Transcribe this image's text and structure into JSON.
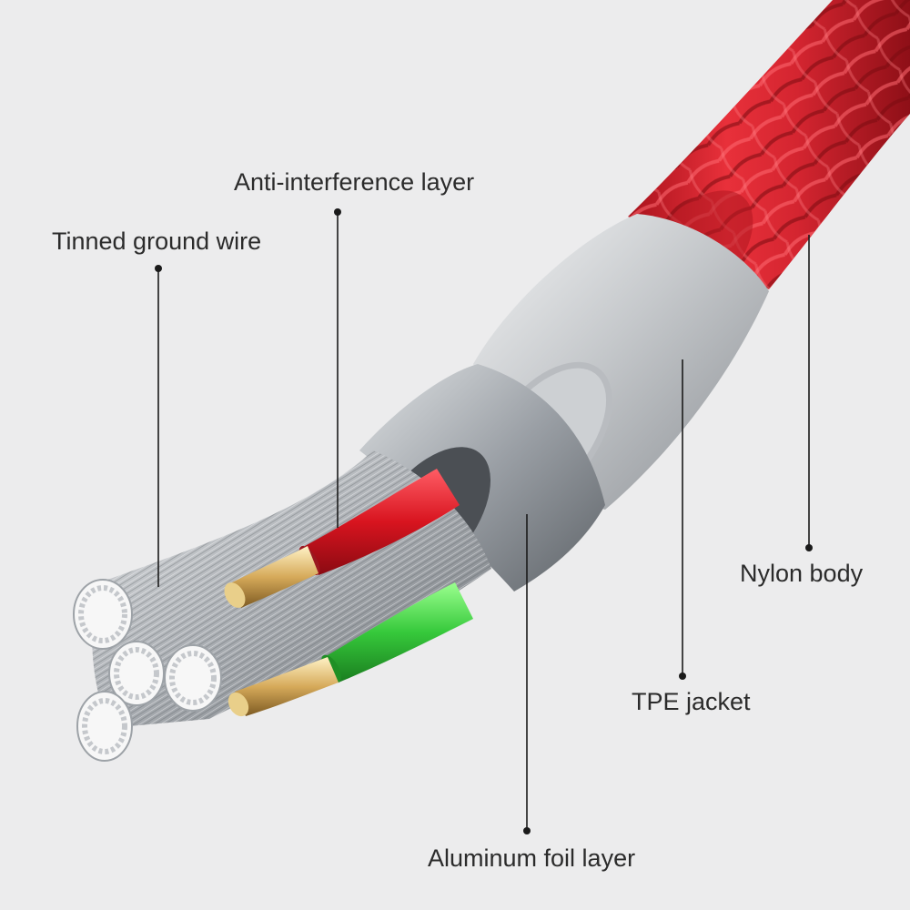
{
  "callouts": {
    "anti_interference": "Anti-interference layer",
    "tinned_ground": "Tinned ground wire",
    "nylon_body": "Nylon body",
    "tpe_jacket": "TPE jacket",
    "aluminum_foil": "Aluminum foil layer"
  },
  "colors": {
    "background": "#ececed",
    "nylon_braid": "#d9232e",
    "tpe_jacket": "#c9cbcd",
    "aluminum_foil": "#9a9fa5",
    "red_wire": "#e0202c",
    "green_wire": "#38c93c",
    "copper_strands": "#b8bcc1",
    "leader_line": "#1a1a1a"
  }
}
